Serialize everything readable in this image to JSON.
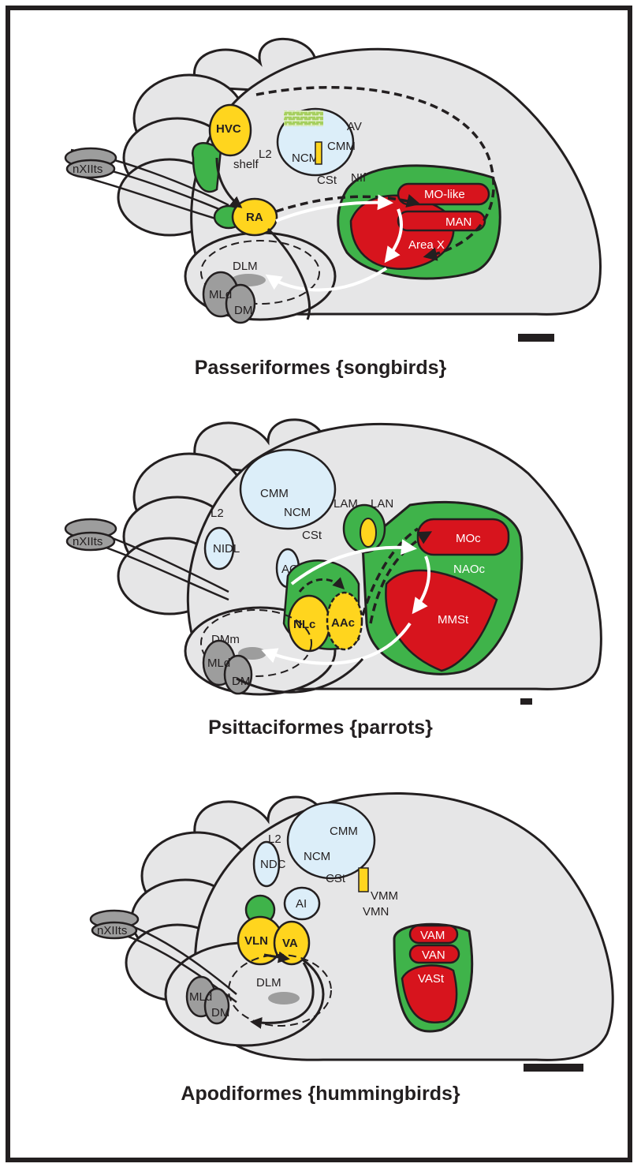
{
  "colors": {
    "brain": "#e6e6e7",
    "outline": "#231f20",
    "vocal_nucleus_yellow": "#ffd51e",
    "surround_green": "#3fb34a",
    "anterior_red": "#d7141d",
    "auditory_blue": "#dceef9",
    "motor_gray": "#9d9d9d",
    "field_l_green": "#a6cf5f"
  },
  "panels": [
    {
      "caption": "Passeriformes {songbirds}",
      "labels": {
        "hvc": "HVC",
        "shelf": "shelf",
        "ra": "RA",
        "av": "AV",
        "cmm": "CMM",
        "l2": "L2",
        "ncm": "NCM",
        "csh": "CSt",
        "nif": "NIf",
        "dlm": "DLM",
        "mld": "MLd",
        "dm": "DM",
        "nxiits": "nXIIts",
        "mo_like": "MO-like",
        "man": "MAN",
        "area_x": "Area X"
      }
    },
    {
      "caption": "Psittaciformes {parrots}",
      "labels": {
        "cmm": "CMM",
        "l2": "L2",
        "ncm": "NCM",
        "csh": "CSt",
        "nidl": "NIDL",
        "acm": "ACM",
        "lam": "LAM",
        "lan": "LAN",
        "moc": "MOc",
        "naoc": "NAOc",
        "mmst": "MMSt",
        "dmm": "DMm",
        "nlc": "NLc",
        "aac": "AAc",
        "mld": "MLd",
        "dm": "DM",
        "nxiits": "nXIIts"
      }
    },
    {
      "caption": "Apodiformes {hummingbirds}",
      "labels": {
        "l2": "L2",
        "cmm": "CMM",
        "ndc": "NDC",
        "ncm": "NCM",
        "csh": "CSt",
        "ai": "AI",
        "vmm": "VMM",
        "vmn": "VMN",
        "vln": "VLN",
        "va": "VA",
        "dlm": "DLM",
        "mld": "MLd",
        "dm": "DM",
        "nxiits": "nXIIts",
        "vam": "VAM",
        "van": "VAN",
        "vast": "VASt"
      }
    }
  ]
}
